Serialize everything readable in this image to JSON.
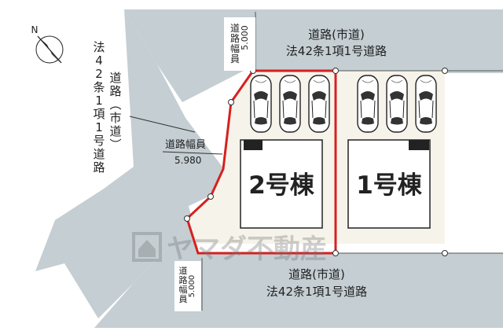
{
  "roads": {
    "north": {
      "line1": "道路(市道)",
      "line2": "法42条1項1号道路"
    },
    "south": {
      "line1": "道路(市道)",
      "line2": "法42条1項1号道路"
    },
    "west": {
      "col1": "法42条1項1号道路",
      "col2": "道路(市道)"
    }
  },
  "road_widths": {
    "north": {
      "label": "道路幅員",
      "value": "5.000"
    },
    "west": {
      "label": "道路幅員",
      "value": "5.980"
    },
    "south": {
      "label": "道路幅員",
      "value": "5.000"
    }
  },
  "buildings": [
    {
      "name": "2号棟"
    },
    {
      "name": "1号棟"
    }
  ],
  "compass": {
    "label": "N"
  },
  "watermark": {
    "text": "ヤマダ不動産"
  },
  "colors": {
    "road": "#c4ced3",
    "lot": "#f6f3ea",
    "boundary_highlight": "#d62020",
    "building": "#ffffff",
    "outline": "#222222"
  }
}
